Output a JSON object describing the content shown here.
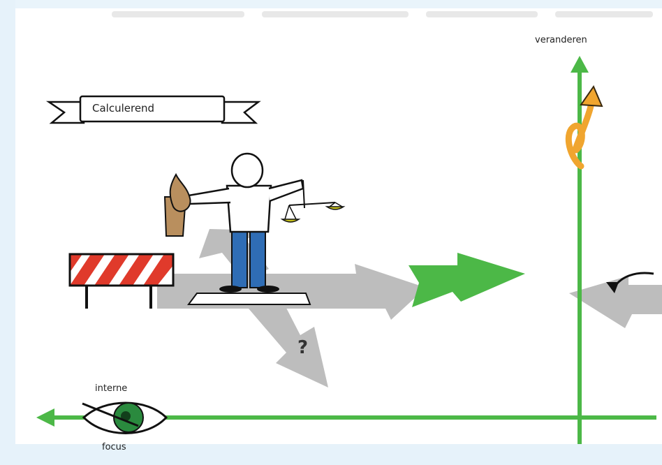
{
  "labels": {
    "axis_top": "veranderen",
    "banner": "Calculerend",
    "eye_top": "interne",
    "eye_bottom": "focus",
    "question": "?"
  },
  "colors": {
    "axis_green": "#4cb847",
    "arrow_gray": "#bdbdbd",
    "arrow_green": "#4cb847",
    "barrier_red": "#e03a2b",
    "trousers_blue": "#2f6db5",
    "scale_yellow": "#c9c21b",
    "bag_brown": "#b98f5e",
    "icon_orange": "#f0a52f",
    "eye_iris": "#2a8a3e"
  },
  "icons": [
    "banner-ribbon",
    "person-with-scale",
    "road-barrier",
    "eye-icon",
    "curly-arrow-icon",
    "question-mark"
  ]
}
